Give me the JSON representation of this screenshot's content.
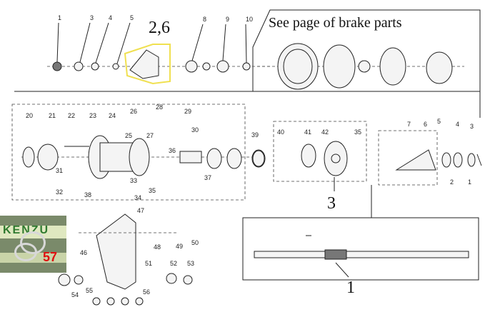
{
  "header": {
    "text": "See page of brake parts"
  },
  "callouts": {
    "top_group": "2,6",
    "mid_group": "3",
    "shaft": "1"
  },
  "photo": {
    "label": "57",
    "brand": "KENZU"
  },
  "part_numbers": {
    "top": [
      "1",
      "3",
      "4",
      "5",
      "8",
      "9",
      "10"
    ],
    "hub": [
      "20",
      "21",
      "22",
      "23",
      "24",
      "25",
      "26",
      "27",
      "28",
      "29",
      "30",
      "31",
      "32",
      "33",
      "34",
      "35",
      "36",
      "37",
      "38"
    ],
    "sprocket": [
      "39",
      "40",
      "41",
      "42",
      "35"
    ],
    "right": [
      "7",
      "6",
      "5",
      "4",
      "3",
      "2",
      "1"
    ],
    "swing": [
      "47",
      "46",
      "48",
      "49",
      "50",
      "51",
      "52",
      "53",
      "54",
      "55",
      "56"
    ]
  }
}
